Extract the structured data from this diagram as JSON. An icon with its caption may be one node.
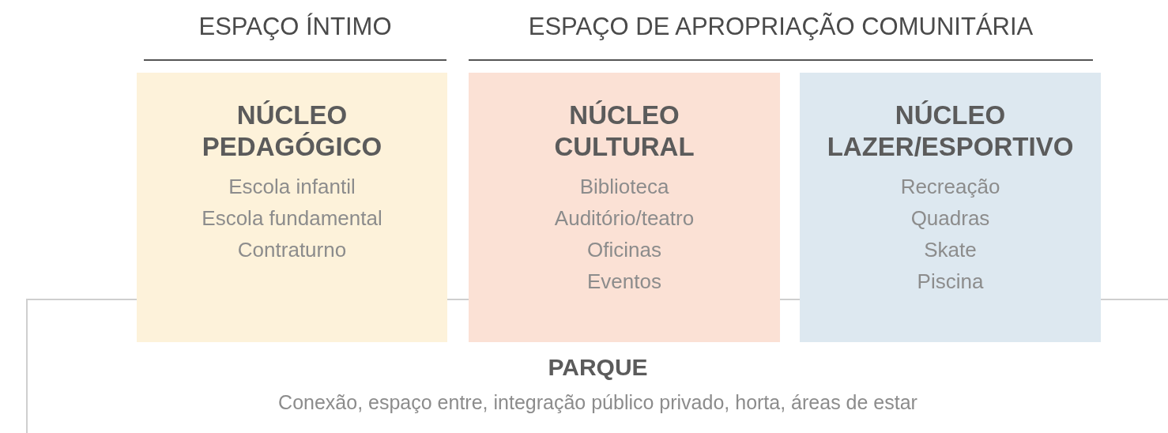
{
  "diagram": {
    "nodes": [
      {
        "text": [
          "NÚCLEO PEDAGÓGICO",
          "Escola infantil",
          "Escola fundamental",
          "Contraturno"
        ]
      },
      {
        "text": [
          "NÚCLEO CULTURAL",
          "Biblioteca",
          "Auditório/teatro",
          "Oficinas",
          "Eventos"
        ]
      },
      {
        "text": [
          "NÚCLEO LAZER/ESPORTIVO",
          "Recreação",
          "Quadras",
          "Skate",
          "Piscina"
        ]
      },
      {
        "text": [
          "PARQUE",
          "Conexão, espaço entre, integração público privado, horta, áreas de estar"
        ]
      }
    ],
    "labels": [
      "ESPAÇO ÍNTIMO",
      "ESPAÇO DE APROPRIAÇÃO COMUNITÁRIA"
    ]
  }
}
